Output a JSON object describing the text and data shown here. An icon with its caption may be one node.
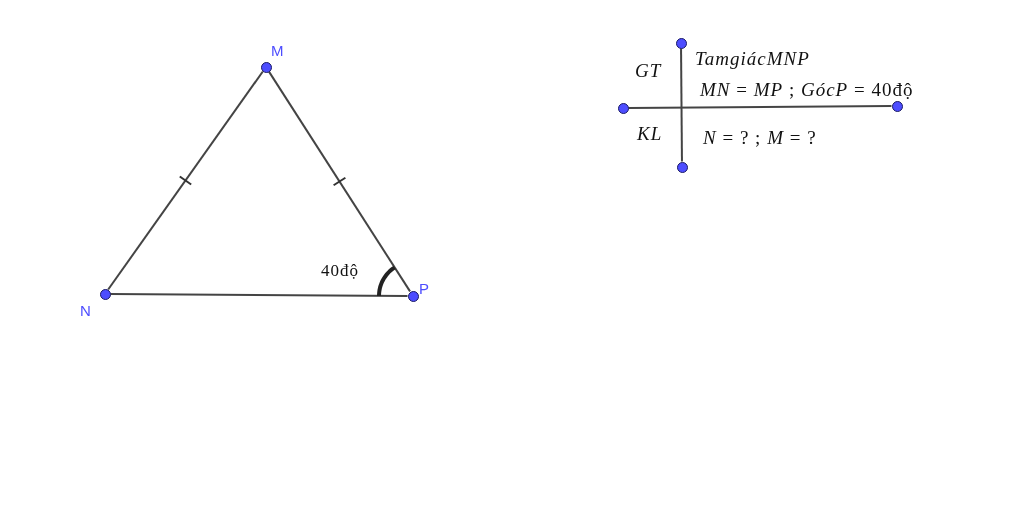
{
  "diagram": {
    "nodes": [
      {
        "text": [],
        "shape": "circle",
        "beside": [
          "M"
        ]
      },
      {
        "text": [],
        "shape": "circle",
        "beside": [
          "N"
        ]
      },
      {
        "text": [],
        "shape": "circle",
        "beside": [
          "P"
        ]
      },
      {
        "text": [],
        "shape": "circle"
      },
      {
        "text": [],
        "shape": "circle"
      },
      {
        "text": [],
        "shape": "circle"
      },
      {
        "text": [],
        "shape": "circle"
      }
    ],
    "edges": [
      {
        "from": 0,
        "to": 1,
        "arrow": "none"
      },
      {
        "from": 0,
        "to": 2,
        "arrow": "none"
      },
      {
        "from": 1,
        "to": 2,
        "arrow": "none"
      },
      {
        "from": 3,
        "to": 4,
        "arrow": "none"
      },
      {
        "from": 5,
        "to": 6,
        "arrow": "none"
      }
    ],
    "labels": [
      "40độ",
      "GT",
      "*TamgiácMNP*",
      "*MN* = *MP* ; *GócP* = 40độ",
      "KL",
      "*N* = ? ; *M* = ?"
    ]
  }
}
